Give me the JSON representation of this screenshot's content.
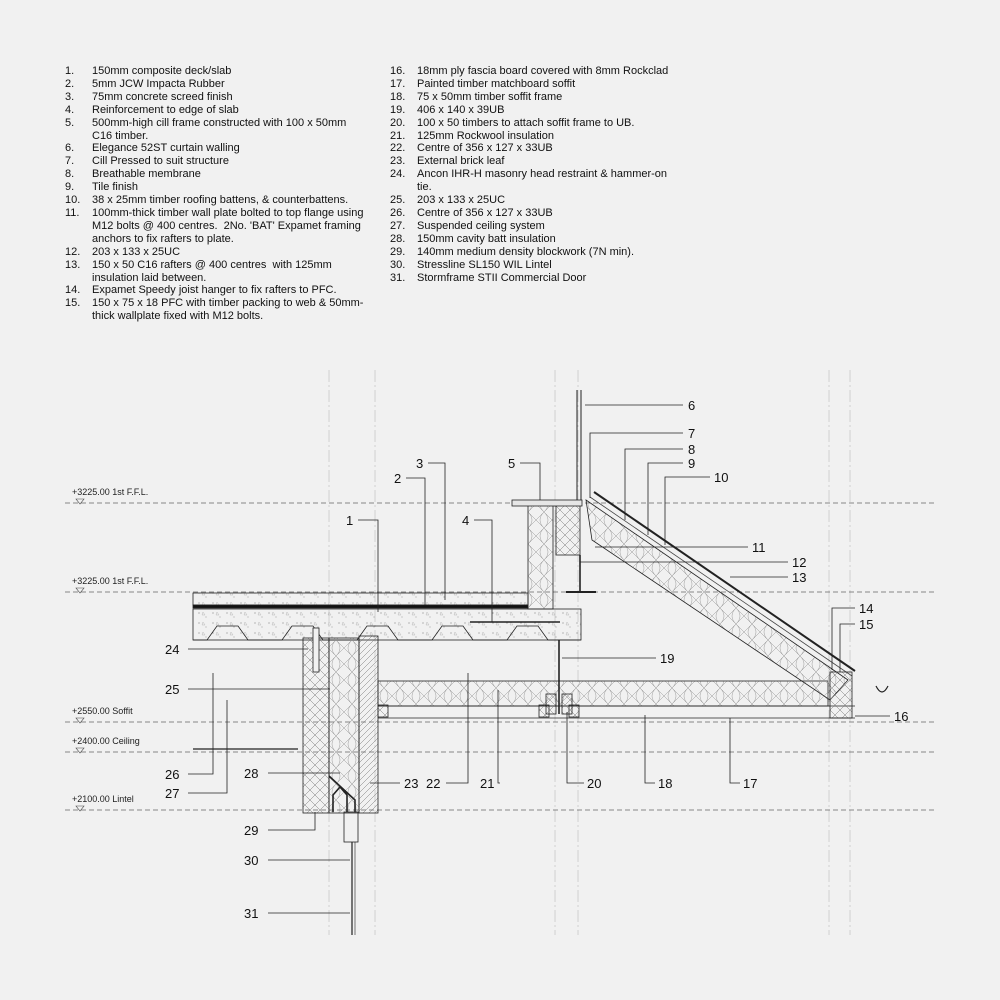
{
  "notes_left": [
    {
      "num": "1.",
      "text": "150mm composite deck/slab"
    },
    {
      "num": "2.",
      "text": "5mm JCW Impacta Rubber"
    },
    {
      "num": "3.",
      "text": "75mm concrete screed finish"
    },
    {
      "num": "4.",
      "text": "Reinforcement to edge of slab"
    },
    {
      "num": "5.",
      "text": "500mm-high cill frame constructed with 100 x 50mm C16 timber."
    },
    {
      "num": "6.",
      "text": "Elegance 52ST curtain walling"
    },
    {
      "num": "7.",
      "text": "Cill Pressed to suit structure"
    },
    {
      "num": "8.",
      "text": "Breathable membrane"
    },
    {
      "num": "9.",
      "text": "Tile finish"
    },
    {
      "num": "10.",
      "text": "38 x 25mm timber roofing battens, & counterbattens."
    },
    {
      "num": "11.",
      "text": "100mm-thick timber wall plate bolted to top flange using M12 bolts @ 400 centres.  2No. 'BAT' Expamet framing anchors to fix rafters to plate."
    },
    {
      "num": "12.",
      "text": "203 x 133 x 25UC"
    },
    {
      "num": "13.",
      "text": "150 x 50 C16 rafters @ 400 centres  with 125mm insulation laid between."
    },
    {
      "num": "14.",
      "text": "Expamet Speedy joist hanger to fix rafters to PFC."
    },
    {
      "num": "15.",
      "text": "150 x 75 x 18 PFC with timber packing to web & 50mm-thick wallplate fixed with M12 bolts."
    }
  ],
  "notes_right": [
    {
      "num": "16.",
      "text": "18mm ply fascia board covered with 8mm Rockclad"
    },
    {
      "num": "17.",
      "text": "Painted timber matchboard soffit"
    },
    {
      "num": "18.",
      "text": "75 x 50mm timber soffit frame"
    },
    {
      "num": "19.",
      "text": "406 x 140 x 39UB"
    },
    {
      "num": "20.",
      "text": "100 x 50 timbers to attach soffit frame to UB."
    },
    {
      "num": "21.",
      "text": "125mm Rockwool insulation"
    },
    {
      "num": "22.",
      "text": "Centre of 356 x 127 x 33UB"
    },
    {
      "num": "23.",
      "text": "External brick leaf"
    },
    {
      "num": "24.",
      "text": "Ancon IHR-H masonry head restraint & hammer-on tie."
    },
    {
      "num": "25.",
      "text": "203 x 133 x 25UC"
    },
    {
      "num": "26.",
      "text": "Centre of 356 x 127 x 33UB"
    },
    {
      "num": "27.",
      "text": "Suspended ceiling system"
    },
    {
      "num": "28.",
      "text": "150mm cavity batt insulation"
    },
    {
      "num": "29.",
      "text": "140mm medium density blockwork (7N min)."
    },
    {
      "num": "30.",
      "text": "Stressline SL150 WIL Lintel"
    },
    {
      "num": "31.",
      "text": "Stormframe STII Commercial Door"
    }
  ],
  "levels": [
    {
      "label": "+3225.00 1st F.F.L."
    },
    {
      "label": "+3225.00 1st F.F.L."
    },
    {
      "label": "+2550.00 Soffit"
    },
    {
      "label": "+2400.00 Ceiling"
    },
    {
      "label": "+2100.00 Lintel"
    }
  ],
  "callouts": [
    "1",
    "2",
    "3",
    "4",
    "5",
    "6",
    "7",
    "8",
    "9",
    "10",
    "11",
    "12",
    "13",
    "14",
    "15",
    "16",
    "17",
    "18",
    "19",
    "20",
    "21",
    "22",
    "23",
    "24",
    "25",
    "26",
    "27",
    "28",
    "29",
    "30",
    "31"
  ]
}
